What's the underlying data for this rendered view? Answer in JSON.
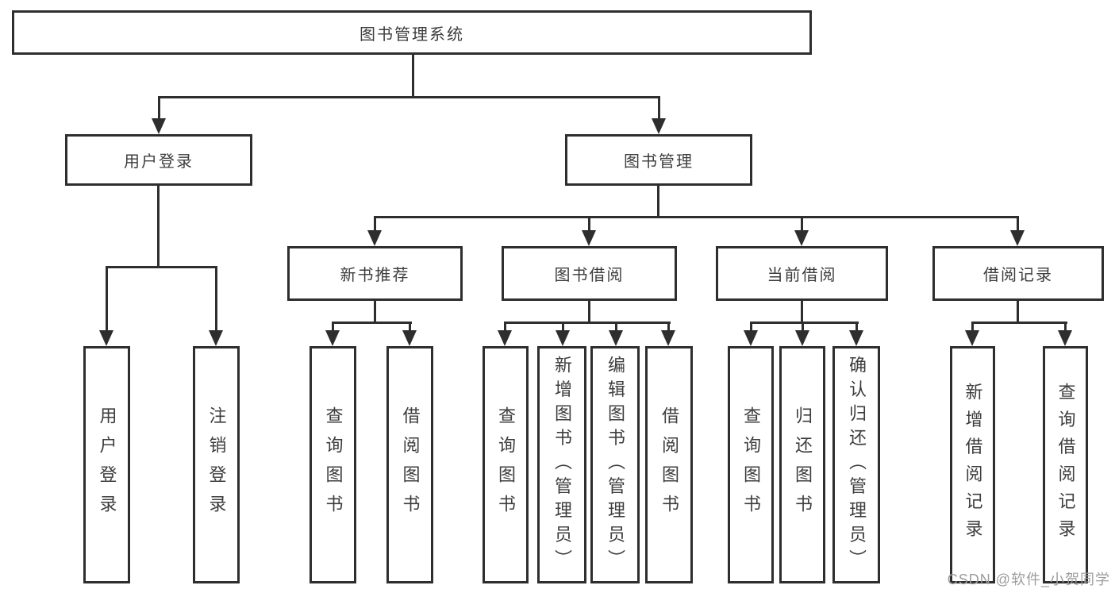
{
  "colors": {
    "line": "#2e2e2e",
    "text": "#3d3d3d",
    "background": "#ffffff",
    "watermark": "#9d9d9d"
  },
  "watermark": {
    "text": "CSDN @软件_小贺同学"
  },
  "tree": {
    "root": {
      "label": "图书管理系统",
      "children": [
        {
          "label": "用户登录",
          "children": [
            {
              "label": "用户登录"
            },
            {
              "label": "注销登录"
            }
          ]
        },
        {
          "label": "图书管理",
          "children": [
            {
              "label": "新书推荐",
              "children": [
                {
                  "label": "查询图书"
                },
                {
                  "label": "借阅图书"
                }
              ]
            },
            {
              "label": "图书借阅",
              "children": [
                {
                  "label": "查询图书"
                },
                {
                  "label": "新增图书（管理员）"
                },
                {
                  "label": "编辑图书（管理员）"
                },
                {
                  "label": "借阅图书"
                }
              ]
            },
            {
              "label": "当前借阅",
              "children": [
                {
                  "label": "查询图书"
                },
                {
                  "label": "归还图书"
                },
                {
                  "label": "确认归还（管理员）"
                }
              ]
            },
            {
              "label": "借阅记录",
              "children": [
                {
                  "label": "新增借阅记录"
                },
                {
                  "label": "查询借阅记录"
                }
              ]
            }
          ]
        }
      ]
    }
  }
}
